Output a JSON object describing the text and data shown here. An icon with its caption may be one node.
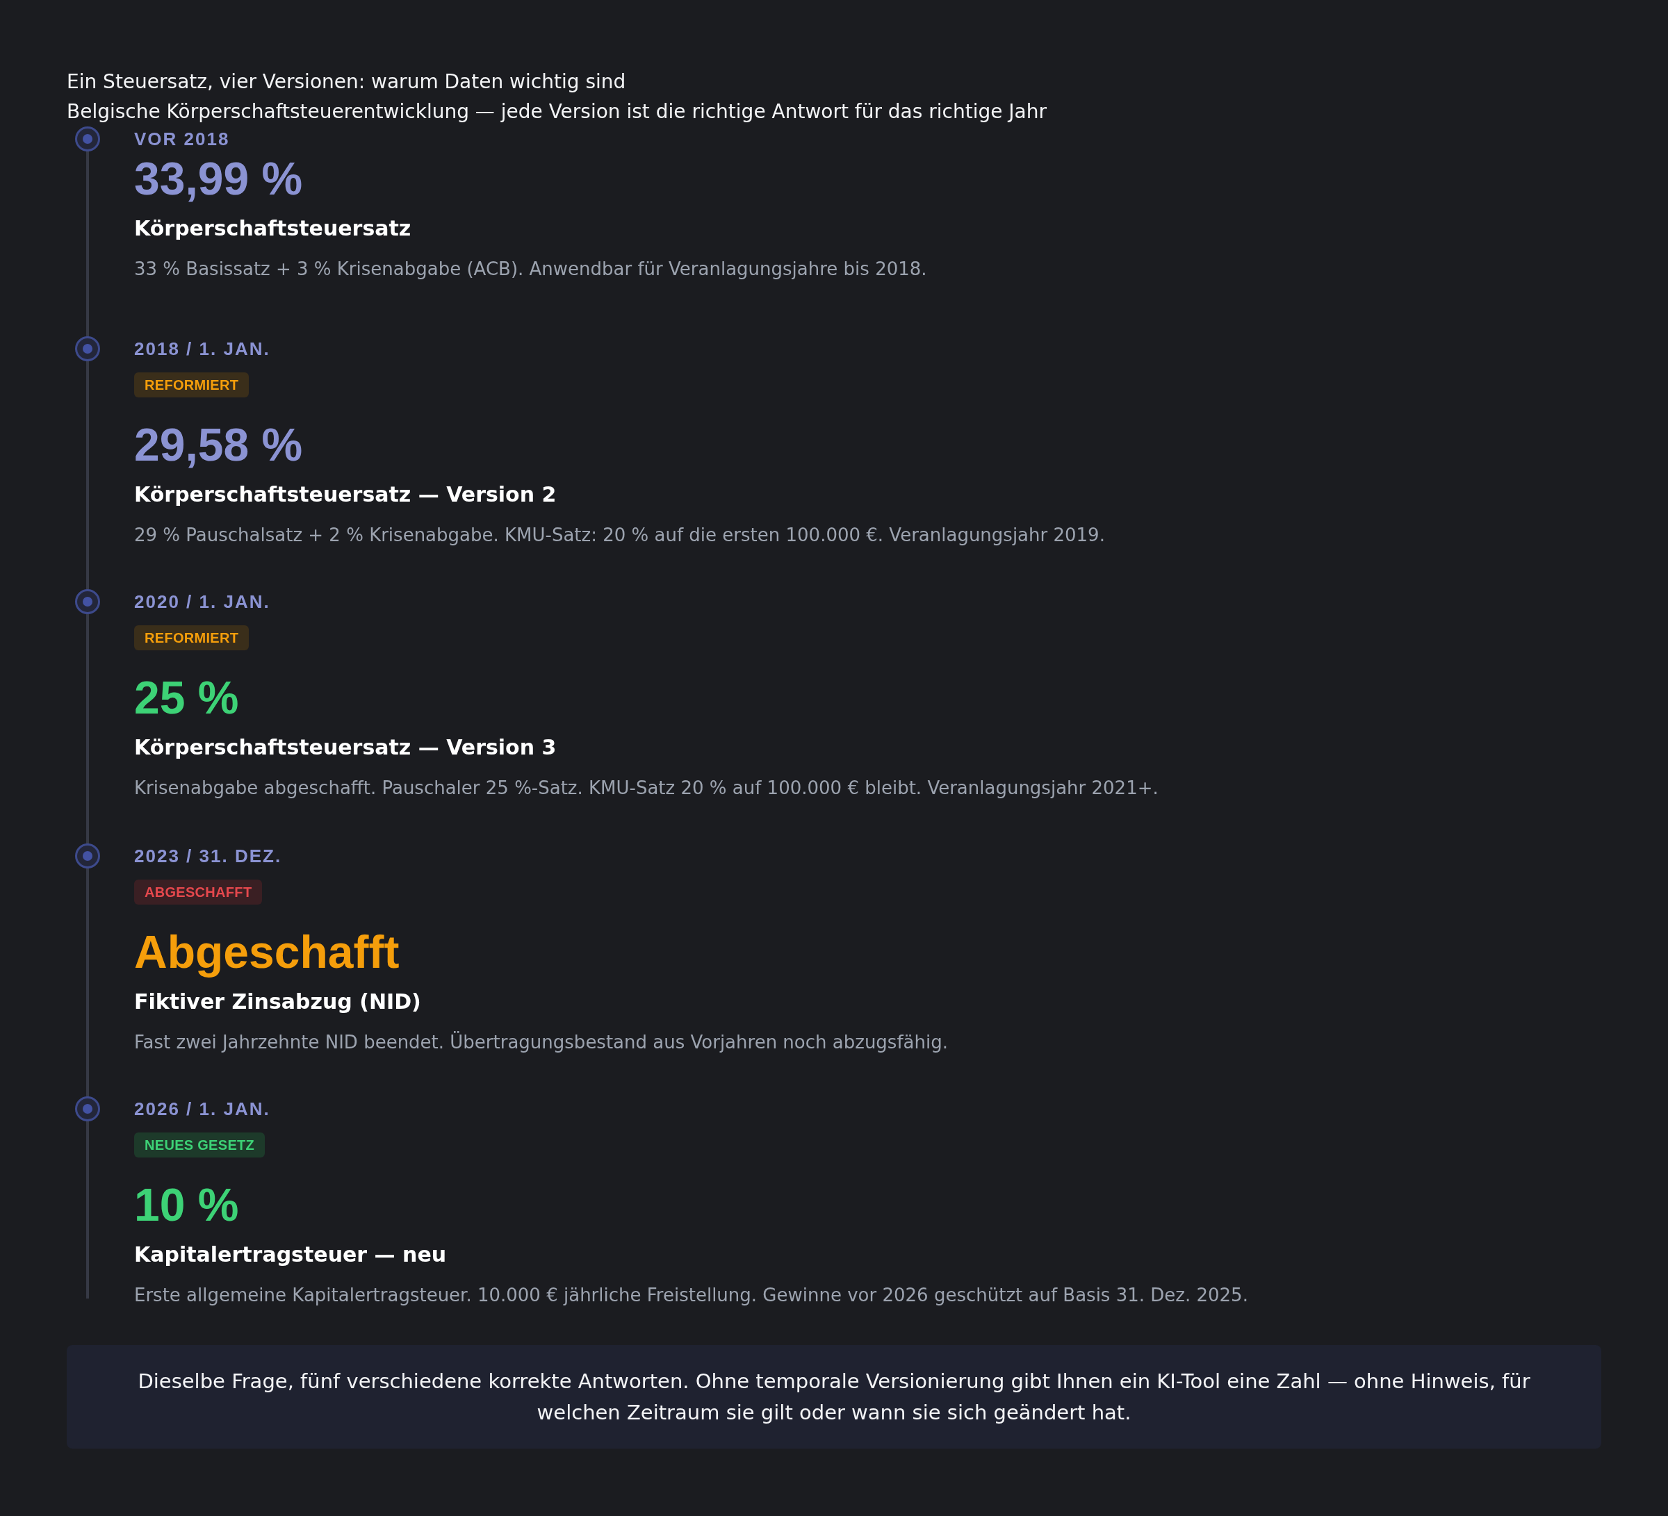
{
  "diagram": {
    "title": "Ein Steuersatz, vier Versionen: warum Daten wichtig sind",
    "labels": [
      "Belgische Körperschaftsteuerentwicklung — jede Version ist die richtige Antwort für das richtige Jahr",
      "VOR 2018",
      "33,99 %",
      "Körperschaftsteuersatz",
      "33 % Basissatz + 3 % Krisenabgabe (ACB). Anwendbar für Veranlagungsjahre bis 2018.",
      "2018 / 1. JAN.",
      "29,58 %",
      "Körperschaftsteuersatz — Version 2",
      "29 % Pauschalsatz + 2 % Krisenabgabe. KMU-Satz: 20 % auf die ersten 100.000 €. Veranlagungsjahr 2019.",
      "2020 / 1. JAN.",
      "25 %",
      "Körperschaftsteuersatz — Version 3",
      "Krisenabgabe abgeschafft. Pauschaler 25 %-Satz. KMU-Satz 20 % auf 100.000 € bleibt. Veranlagungsjahr 2021+.",
      "2023 / 31. DEZ.",
      "Abgeschafft",
      "Fiktiver Zinsabzug (NID)",
      "Fast zwei Jahrzehnte NID beendet. Übertragungsbestand aus Vorjahren noch abzugsfähig.",
      "2026 / 1. JAN.",
      "10 %",
      "Kapitalertragsteuer — neu",
      "Erste allgemeine Kapitalertragsteuer. 10.000 € jährliche Freistellung. Gewinne vor 2026 geschützt auf Basis 31. Dez. 2025."
    ],
    "nodes": [
      {
        "text": [
          "REFORMIERT"
        ]
      },
      {
        "text": [
          "REFORMIERT"
        ]
      },
      {
        "text": [
          "ABGESCHAFFT"
        ]
      },
      {
        "text": [
          "NEUES GESETZ"
        ]
      }
    ],
    "caption": "Dieselbe Frage, fünf verschiedene korrekte Antworten. Ohne temporale Versionierung gibt Ihnen ein KI-Tool eine Zahl — ohne Hinweis, für welchen Zeitraum sie gilt oder wann sie sich geändert hat."
  }
}
